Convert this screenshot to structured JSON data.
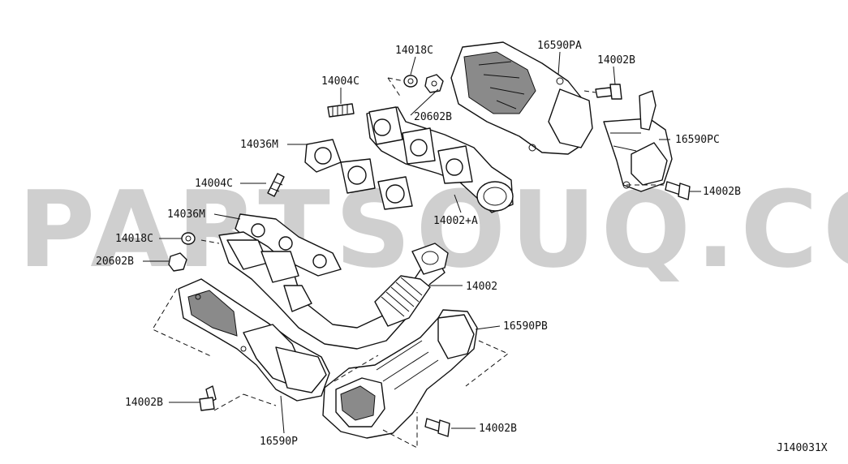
{
  "watermark": "PARTSOUQ.COM",
  "diagram_code": "J140031X",
  "callouts": {
    "c_14018C_top": "14018C",
    "c_16590PA": "16590PA",
    "c_14002B_tr": "14002B",
    "c_14004C_top": "14004C",
    "c_20602B_top": "20602B",
    "c_14036M_top": "14036M",
    "c_16590PC": "16590PC",
    "c_14004C_mid": "14004C",
    "c_14002B_right": "14002B",
    "c_14036M_mid": "14036M",
    "c_14002A": "14002+A",
    "c_14018C_left": "14018C",
    "c_20602B_left": "20602B",
    "c_14002": "14002",
    "c_16590PB": "16590PB",
    "c_14002B_bl": "14002B",
    "c_14002B_br": "14002B",
    "c_16590P": "16590P"
  }
}
